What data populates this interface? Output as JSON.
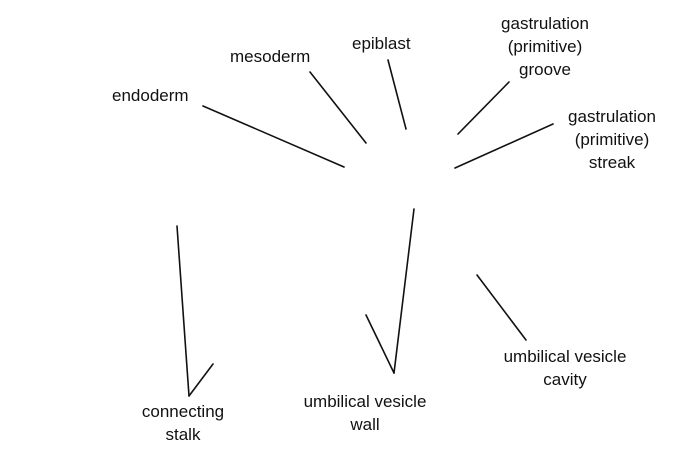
{
  "labels": {
    "endoderm": "endoderm",
    "mesoderm": "mesoderm",
    "epiblast": "epiblast",
    "groove": [
      "gastrulation",
      "(primitive)",
      "groove"
    ],
    "streak": [
      "gastrulation",
      "(primitive)",
      "streak"
    ],
    "connecting_stalk": [
      "connecting",
      "stalk"
    ],
    "umbilical_vesicle_wall": [
      "umbilical vesicle",
      "wall"
    ],
    "umbilical_vesicle_cavity": [
      "umbilical vesicle",
      "cavity"
    ]
  },
  "colors": {
    "line": "#111111",
    "text": "#111111",
    "background": "#ffffff"
  }
}
